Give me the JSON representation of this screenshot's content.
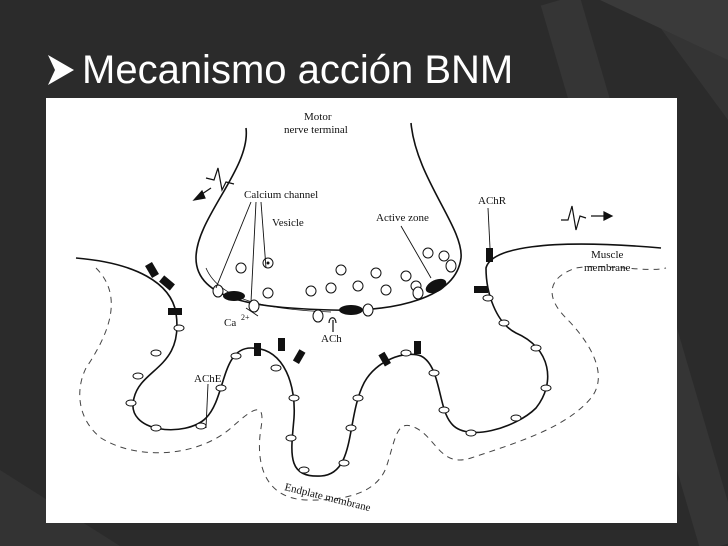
{
  "slide": {
    "title": "Mecanismo acción BNM",
    "bullet_icon": "arrow-bullet-icon",
    "accent_color": "#ffffff",
    "background_color": "#2b2b2b"
  },
  "figure": {
    "labels": {
      "motor_line1": "Motor",
      "motor_line2": "nerve terminal",
      "calcium_channel": "Calcium channel",
      "vesicle": "Vesicle",
      "active_zone": "Active zone",
      "achr": "AChR",
      "muscle_line1": "Muscle",
      "muscle_line2": "membrane",
      "ca": "Ca",
      "ca_sup": "2+",
      "ach": "ACh",
      "ache": "AChE",
      "endplate": "Endplate membrane"
    }
  }
}
